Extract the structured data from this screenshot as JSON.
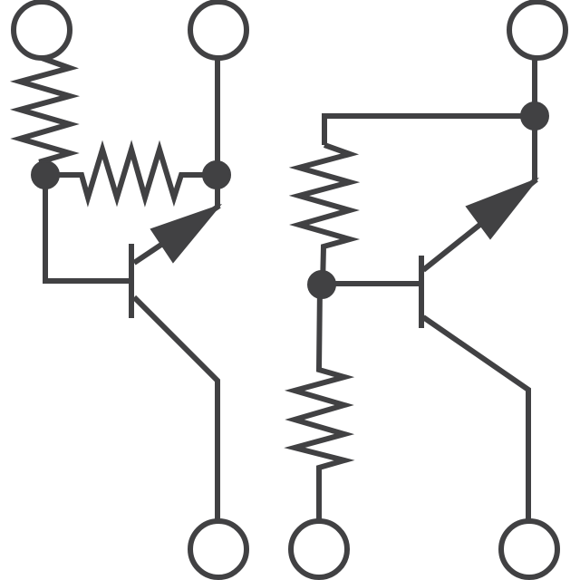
{
  "diagram": {
    "type": "transistor circuit schematic",
    "colors": {
      "stroke": "#414143",
      "background": "#ffffff",
      "terminal_fill": "#ffffff"
    },
    "circuits": [
      {
        "id": "left",
        "components": [
          "resistor-vertical",
          "resistor-horizontal",
          "pnp-transistor"
        ],
        "terminals": 3,
        "nodes": 2
      },
      {
        "id": "right",
        "components": [
          "resistor-upper",
          "resistor-lower",
          "pnp-transistor"
        ],
        "terminals": 3,
        "nodes": 2
      }
    ]
  }
}
